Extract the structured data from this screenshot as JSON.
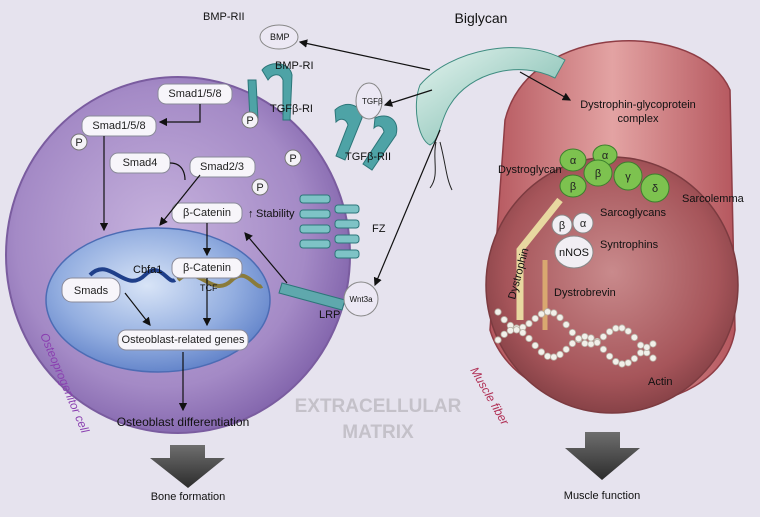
{
  "ligand": "Biglycan",
  "receptors": {
    "bmp_rii": "BMP-RII",
    "bmp_ri": "BMP-RI",
    "bmp": "BMP",
    "tgfb_ri": "TGFβ-RI",
    "tgfb_rii": "TGFβ-RII",
    "tgfb": "TGFβ",
    "fz": "FZ",
    "lrp": "LRP",
    "wnt3a": "Wnt3a"
  },
  "cell": {
    "label": "Osteoprogenitor cell",
    "smad158_a": "Smad1/5/8",
    "smad158_b": "Smad1/5/8",
    "smad4": "Smad4",
    "smad23": "Smad2/3",
    "p": "P",
    "bcatenin_a": "β-Catenin",
    "stability": "Stability",
    "bcatenin_b": "β-Catenin",
    "smads": "Smads",
    "cbfa1": "Cbfa1",
    "tcf": "TCF",
    "genes": "Osteoblast-related genes",
    "differentiation": "Osteoblast differentiation",
    "outcome": "Bone formation"
  },
  "ecm": {
    "line1": "EXTRACELLULAR",
    "line2": "MATRIX"
  },
  "muscle": {
    "label": "Muscle fiber",
    "dgc_line1": "Dystrophin-glycoprotein",
    "dgc_line2": "complex",
    "dystroglycan": "Dystroglycan",
    "sarcoglycans": "Sarcoglycans",
    "sarcolemma": "Sarcolemma",
    "syntrophins": "Syntrophins",
    "nnos": "nNOS",
    "dystrophin": "Dystrophin",
    "dystrobrevin": "Dystrobrevin",
    "actin": "Actin",
    "alpha": "α",
    "beta": "β",
    "gamma": "γ",
    "delta": "δ",
    "outcome": "Muscle function"
  },
  "colors": {
    "cell": "#9a7fbd",
    "nucleus": "#6f8ed0",
    "muscle": "#b7575c",
    "receptor": "#5fa8ad",
    "glycan": "#7dc24f"
  }
}
